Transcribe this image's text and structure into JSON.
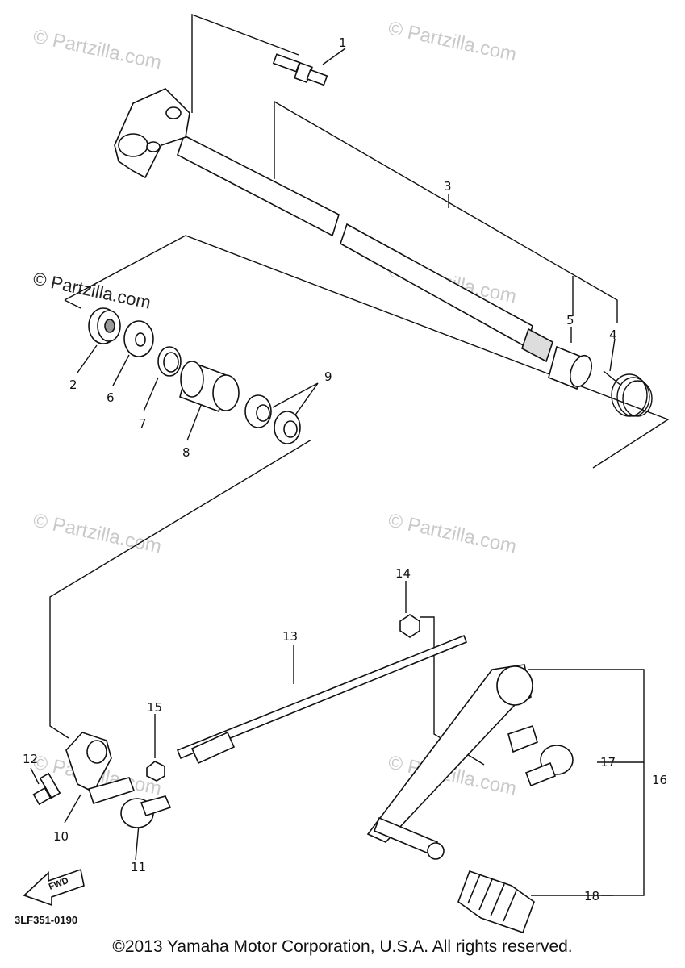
{
  "watermark": "© Partzilla.com",
  "diagram_code": "3LF351-0190",
  "fwd_label": "FWD",
  "copyright": "©2013 Yamaha Motor Corporation, U.S.A. All rights reserved.",
  "callouts": [
    "1",
    "2",
    "3",
    "4",
    "5",
    "6",
    "7",
    "8",
    "9",
    "10",
    "11",
    "12",
    "13",
    "14",
    "15",
    "16",
    "17",
    "18"
  ]
}
